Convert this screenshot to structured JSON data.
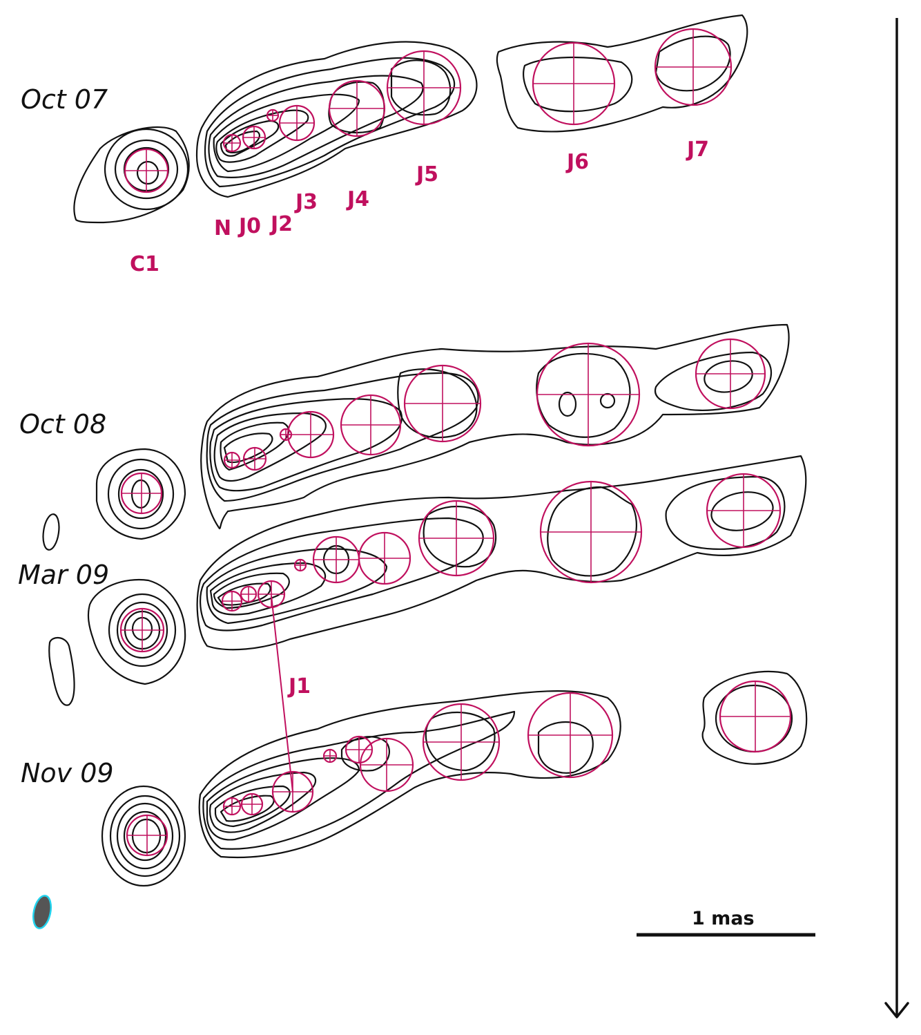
{
  "colors": {
    "component": "#c0105e",
    "contour": "#111111",
    "beam_fill": "#555555",
    "beam_edge": "#22d3ee"
  },
  "epochs": [
    {
      "id": "oct07",
      "label": "Oct 07"
    },
    {
      "id": "oct08",
      "label": "Oct 08"
    },
    {
      "id": "mar09",
      "label": "Mar 09"
    },
    {
      "id": "nov09",
      "label": "Nov 09"
    }
  ],
  "component_labels": [
    "C1",
    "N",
    "J0",
    "J2",
    "J3",
    "J4",
    "J5",
    "J6",
    "J7",
    "J1"
  ],
  "scale_bar": {
    "label": "1 mas"
  }
}
